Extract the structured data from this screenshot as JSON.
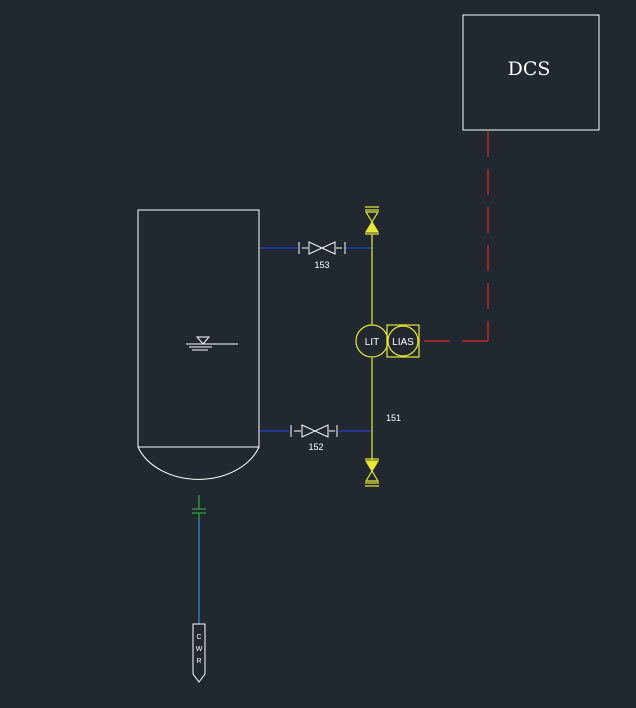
{
  "dcs": {
    "label": "DCS"
  },
  "instruments": {
    "lit": "LIT",
    "lias": "LIAS"
  },
  "valves": {
    "top": "153",
    "bottom": "152"
  },
  "line_tag": "151",
  "outlet": {
    "label_letters": [
      "C",
      "W",
      "R"
    ]
  },
  "colors": {
    "background": "#212830",
    "vessel": "#ffffff",
    "process_line": "#1f3fd0",
    "instrument": "#e8e83a",
    "signal": "#c42828",
    "drain_flange": "#2fa83f",
    "drain_line": "#3a8fd8"
  }
}
